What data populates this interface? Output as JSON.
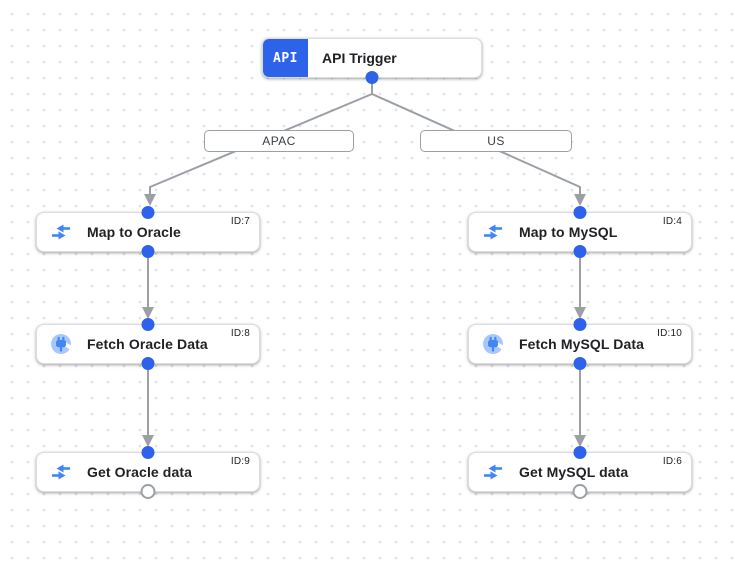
{
  "trigger": {
    "title": "API Trigger",
    "badge": "API"
  },
  "branches": [
    {
      "label": "APAC"
    },
    {
      "label": "US"
    }
  ],
  "nodes": [
    {
      "title": "Map to Oracle",
      "id": "ID:7",
      "icon": "mapping-icon"
    },
    {
      "title": "Fetch Oracle Data",
      "id": "ID:8",
      "icon": "connector-icon"
    },
    {
      "title": "Get Oracle data",
      "id": "ID:9",
      "icon": "mapping-icon"
    },
    {
      "title": "Map to MySQL",
      "id": "ID:4",
      "icon": "mapping-icon"
    },
    {
      "title": "Fetch MySQL Data",
      "id": "ID:10",
      "icon": "connector-icon"
    },
    {
      "title": "Get MySQL data",
      "id": "ID:6",
      "icon": "mapping-icon"
    }
  ],
  "colors": {
    "accent_blue": "#2d63e8",
    "icon_blue": "#4285f4",
    "connector_circle_blue": "#a8c7fa",
    "edge_gray": "#9aa0a6",
    "node_border": "#dadce0",
    "text_dark": "#202124"
  }
}
